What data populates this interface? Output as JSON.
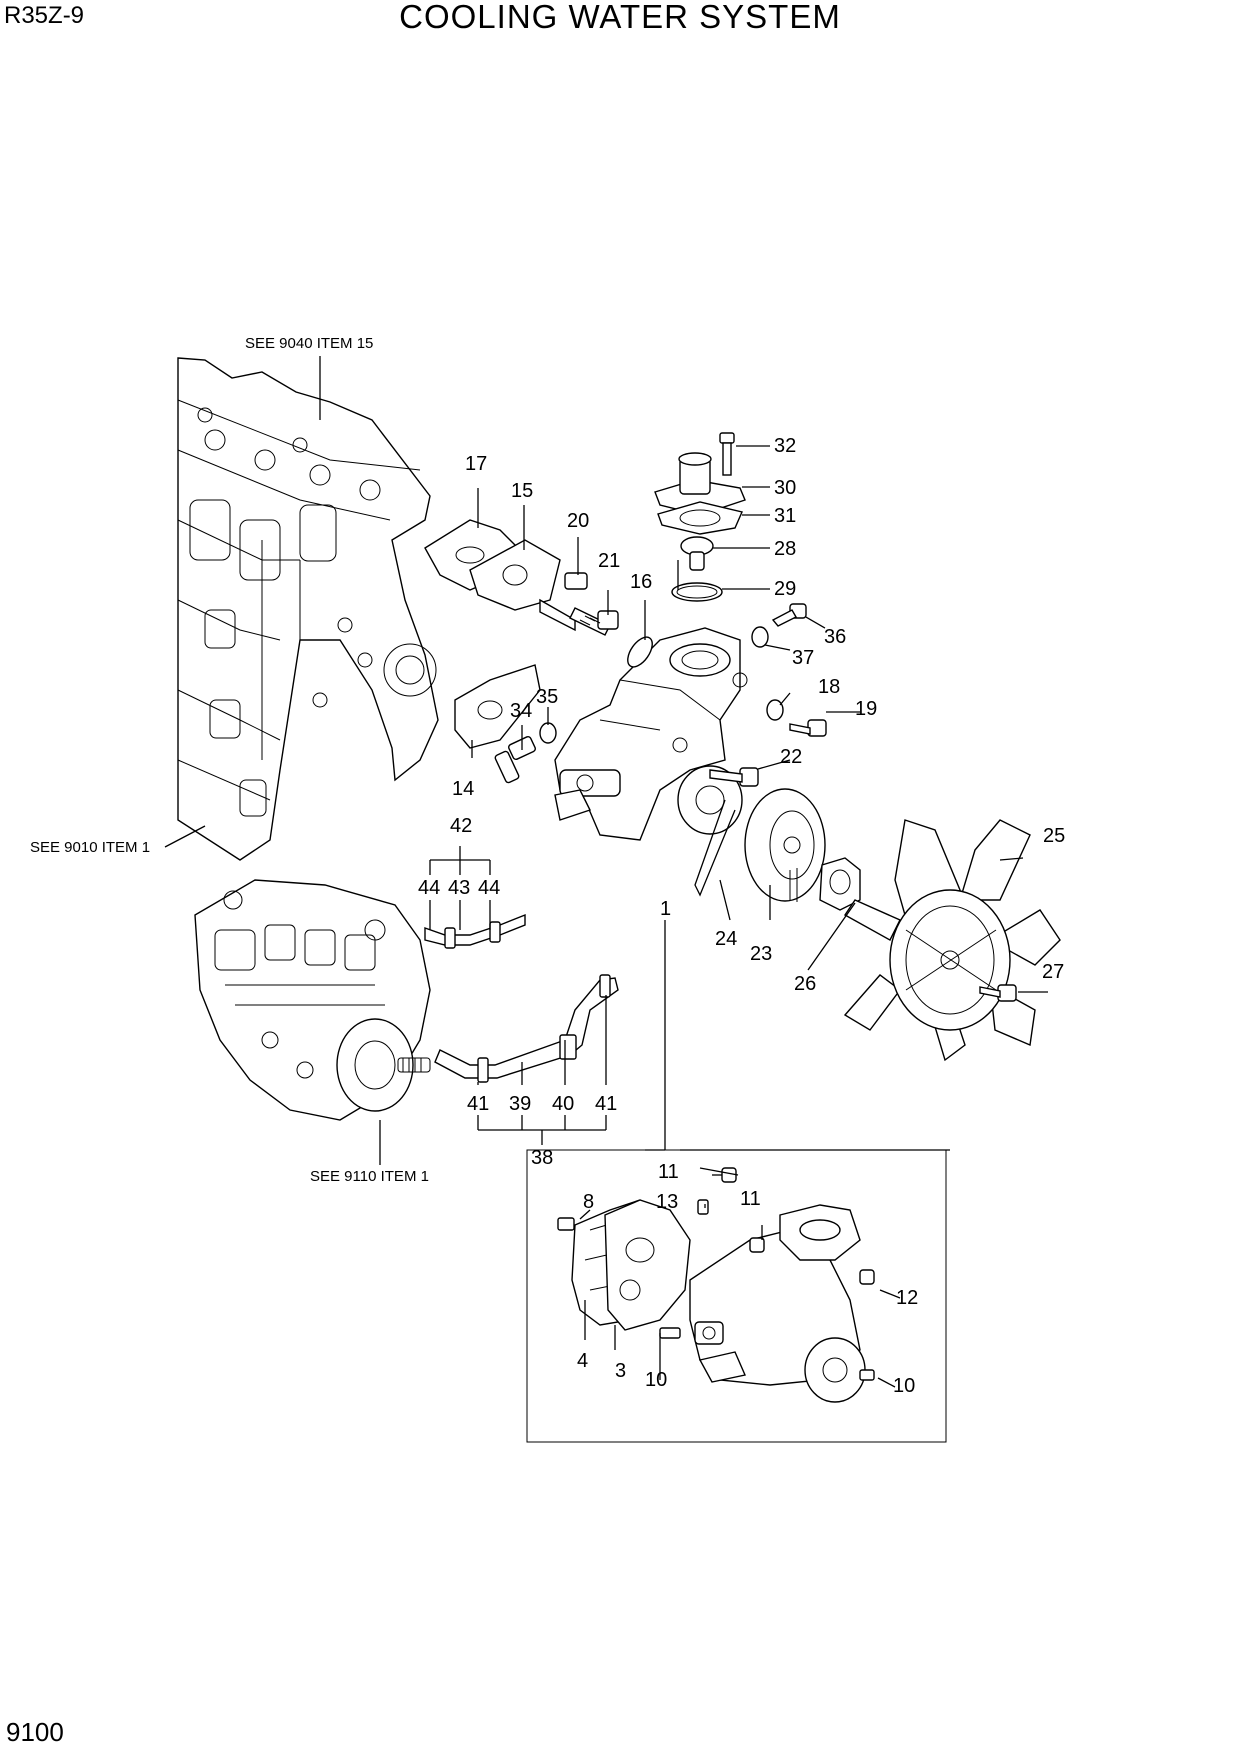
{
  "header": {
    "model": "R35Z-9",
    "title": "COOLING WATER SYSTEM"
  },
  "footer": {
    "page_number": "9100"
  },
  "references": {
    "cylinder_head": "SEE 9040 ITEM 15",
    "cylinder_block": "SEE 9010 ITEM 1",
    "injection_pump": "SEE 9110 ITEM 1"
  },
  "callouts": {
    "c1": "1",
    "c3": "3",
    "c4": "4",
    "c8": "8",
    "c10a": "10",
    "c10b": "10",
    "c11a": "11",
    "c11b": "11",
    "c12": "12",
    "c13": "13",
    "c14": "14",
    "c15": "15",
    "c16": "16",
    "c17": "17",
    "c18": "18",
    "c19": "19",
    "c20": "20",
    "c21": "21",
    "c22": "22",
    "c23": "23",
    "c24": "24",
    "c25": "25",
    "c26": "26",
    "c27": "27",
    "c28": "28",
    "c29": "29",
    "c30": "30",
    "c31": "31",
    "c32": "32",
    "c34": "34",
    "c35": "35",
    "c36": "36",
    "c37": "37",
    "c38": "38",
    "c39": "39",
    "c40": "40",
    "c41a": "41",
    "c41b": "41",
    "c42": "42",
    "c43": "43",
    "c44a": "44",
    "c44b": "44"
  }
}
